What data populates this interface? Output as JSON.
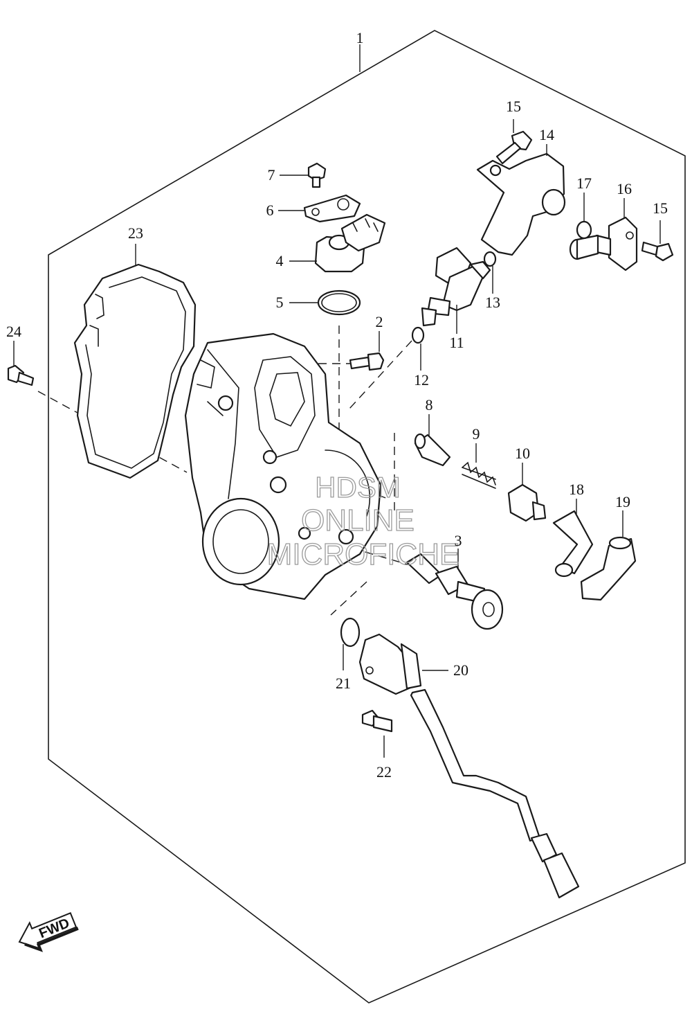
{
  "callouts": [
    "1",
    "2",
    "3",
    "4",
    "5",
    "6",
    "7",
    "8",
    "9",
    "10",
    "11",
    "12",
    "13",
    "14",
    "15",
    "15",
    "16",
    "17",
    "18",
    "19",
    "20",
    "21",
    "22",
    "23",
    "24"
  ],
  "fwd_label": "FWD",
  "watermark": {
    "line1": "HDSM",
    "line2": "ONLINE",
    "line3": "MICROFICHE"
  }
}
